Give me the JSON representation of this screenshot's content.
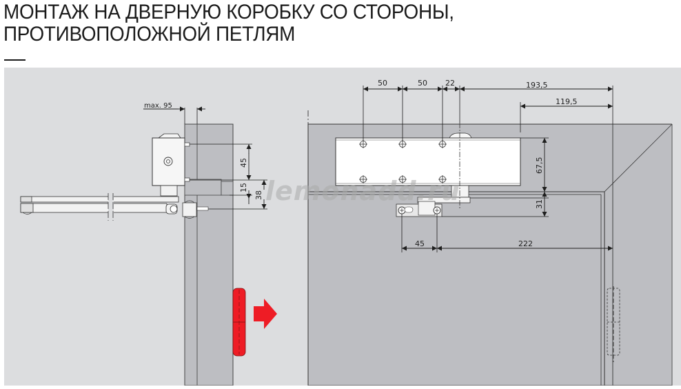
{
  "title": {
    "line1": "МОНТАЖ НА ДВЕРНУЮ КОРОБКУ СО СТОРОНЫ,",
    "line2": "ПРОТИВОПОЛОЖНОЙ ПЕТЛЯМ"
  },
  "watermark": "lemonadd.ru",
  "colors": {
    "background": "#dcdddf",
    "frame": "#bdbec2",
    "door": "#bdbec2",
    "closer_body": "#ffffff",
    "line": "#1e1e1e",
    "hinge": "#ee1c25",
    "arrow": "#ee1c25"
  },
  "side_view": {
    "dimensions": {
      "max_overlap": "max. 95",
      "hole_spacing": "45",
      "hole_to_frame": "15",
      "arm_offset": "38"
    },
    "hinge_icon": "door-hinge",
    "direction_icon": "arrow-right"
  },
  "front_view": {
    "dimensions": {
      "top_spacing_1": "50",
      "top_spacing_2": "50",
      "top_spacing_3": "22",
      "to_hinge_edge": "193,5",
      "body_to_hinge_edge": "119,5",
      "body_height": "67,5",
      "bracket_offset": "31",
      "bracket_spacing": "45",
      "bracket_to_hinge": "222"
    },
    "hidden_hinge_icon": "door-hinge-hidden"
  }
}
